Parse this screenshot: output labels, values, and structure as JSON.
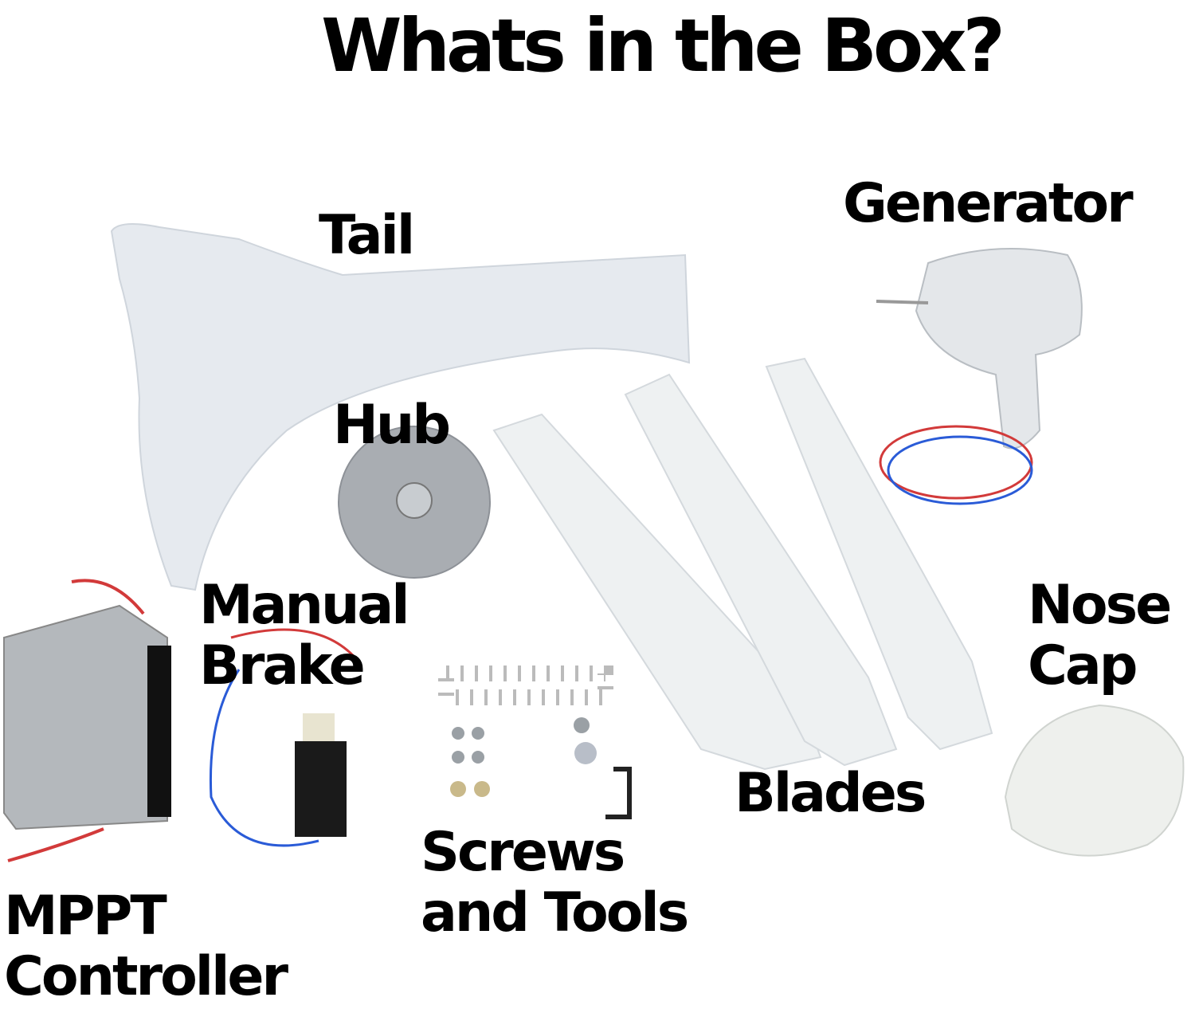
{
  "title": "Whats in the Box?",
  "labels": {
    "tail": "Tail",
    "generator": "Generator",
    "hub": "Hub",
    "manual_brake": "Manual\nBrake",
    "nose_cap": "Nose\nCap",
    "blades": "Blades",
    "screws_tools": "Screws\nand Tools",
    "mppt_controller": "MPPT\nController"
  },
  "colors": {
    "part_white": "#e8ecf0",
    "metal": "#a9adb2",
    "wire_red": "#d23a3a",
    "wire_blue": "#2a5bd7"
  }
}
